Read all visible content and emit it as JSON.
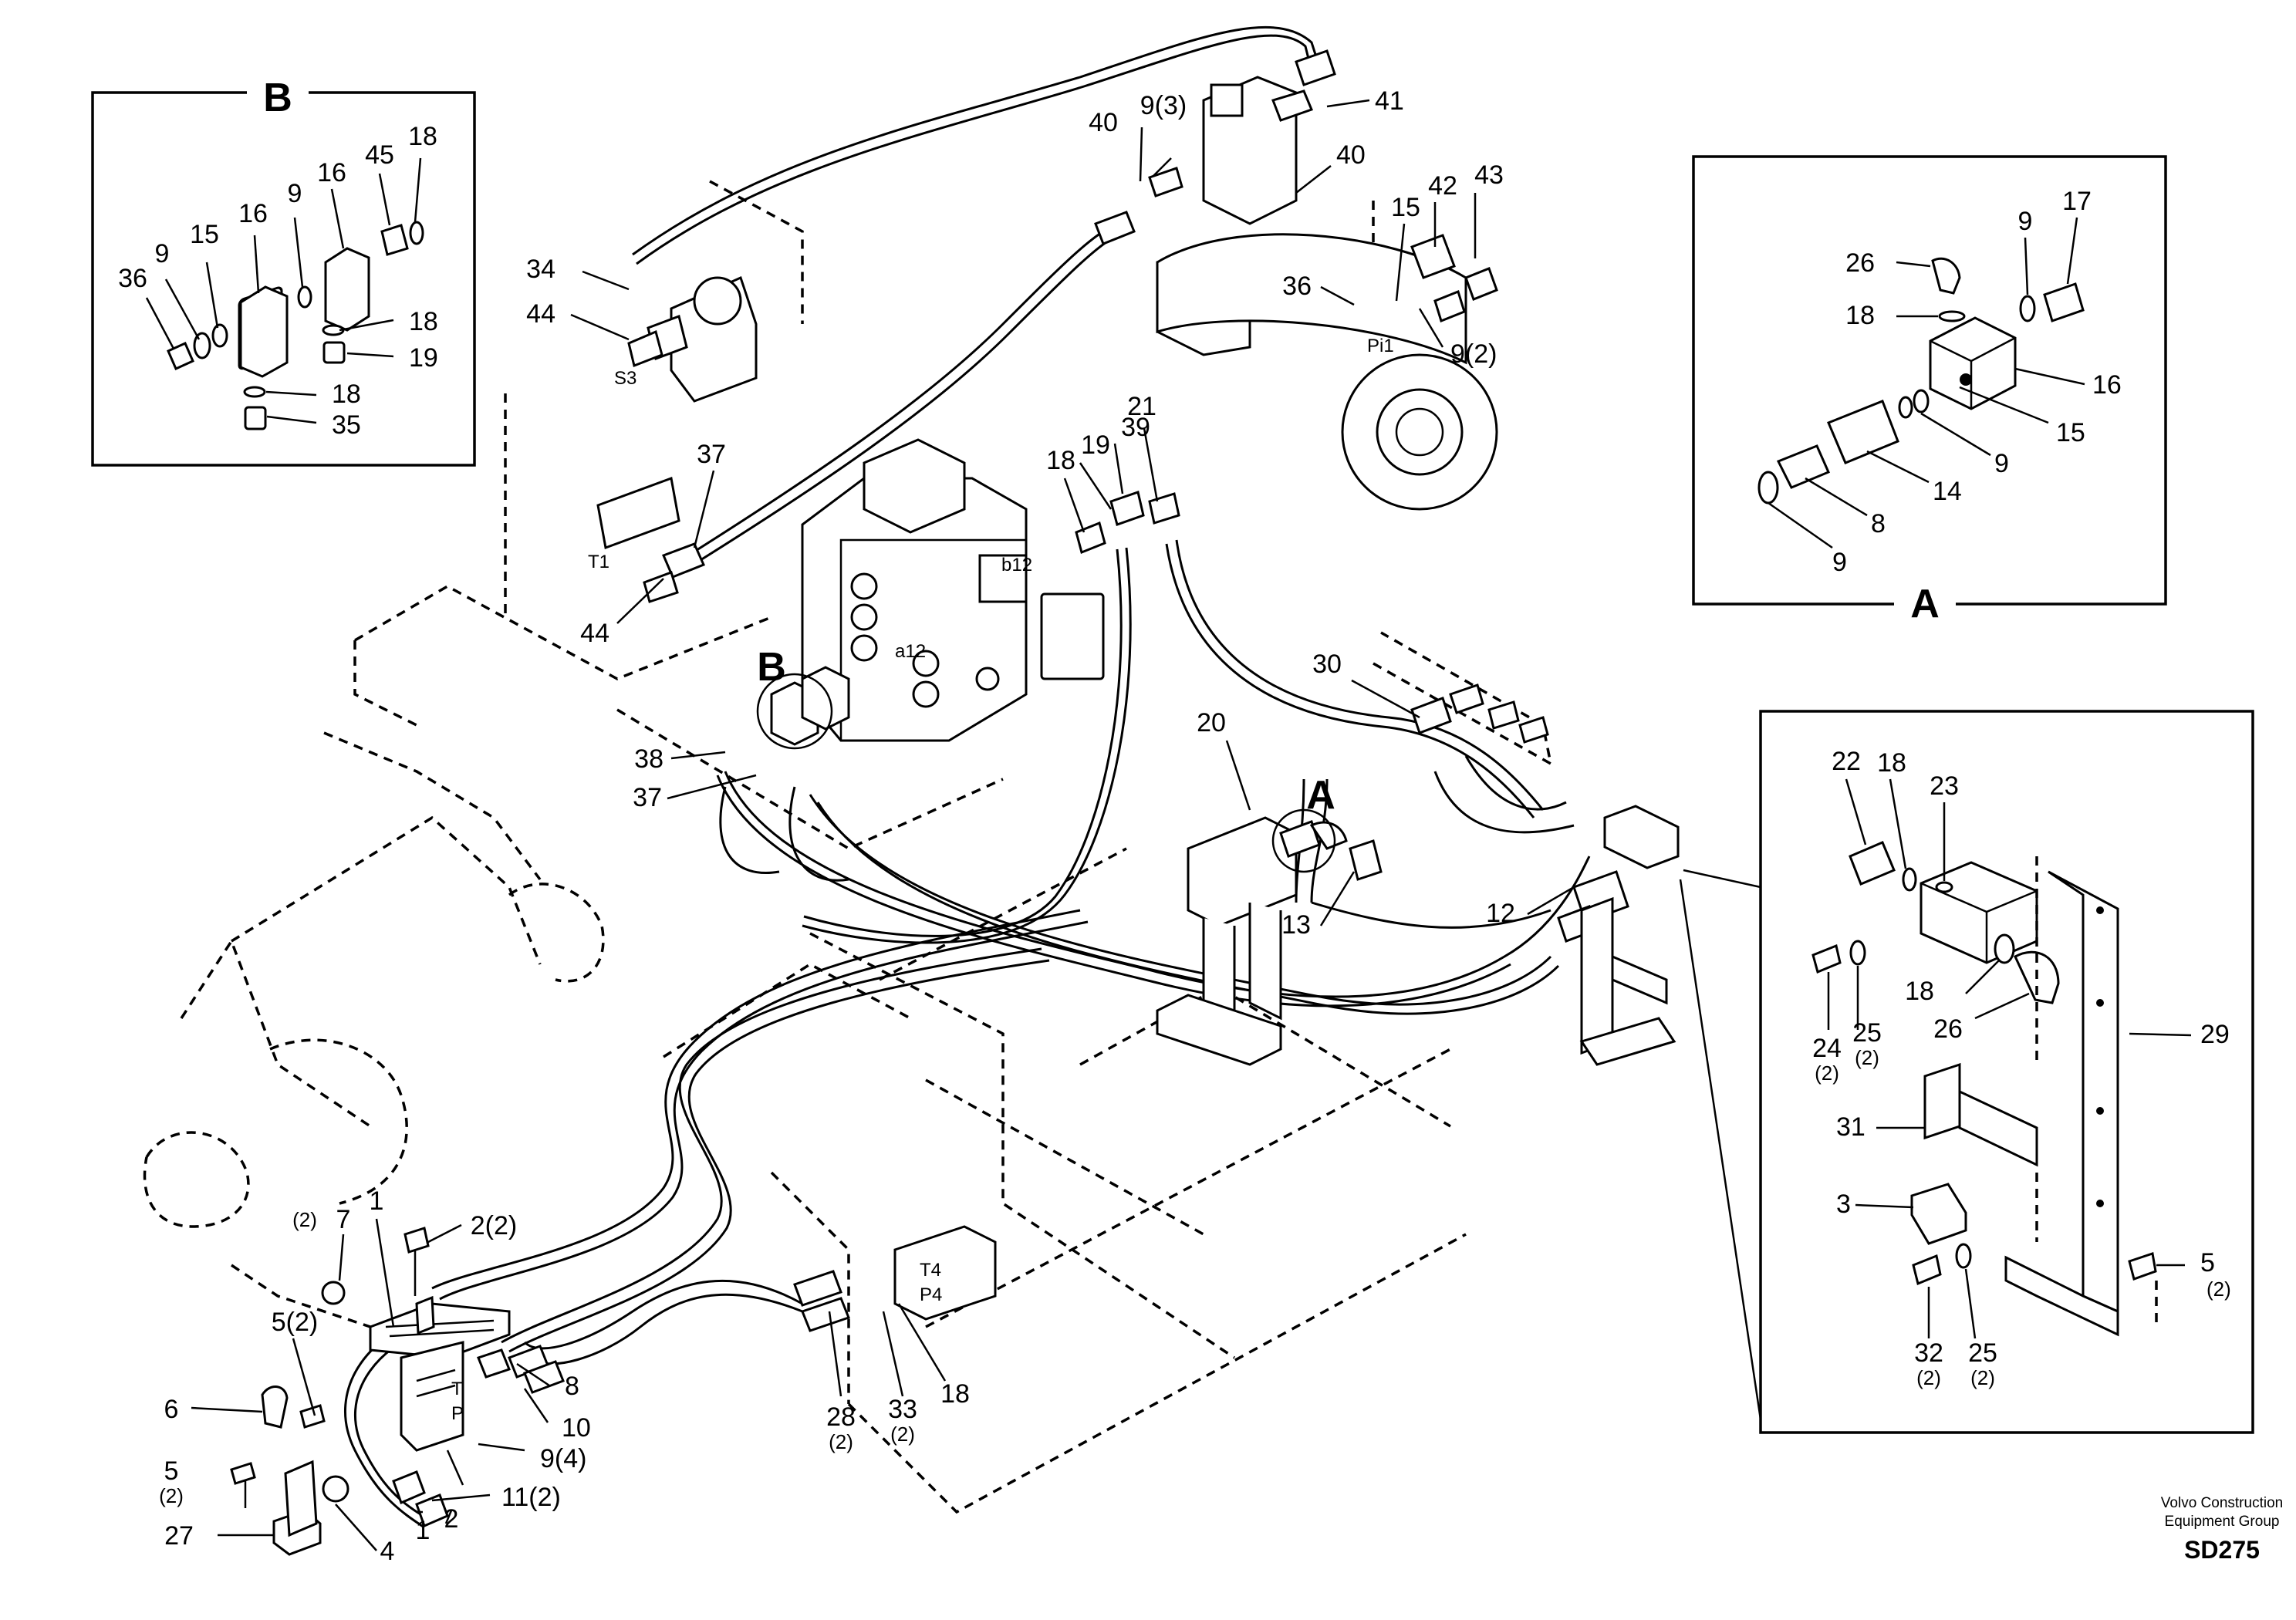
{
  "detail_b": {
    "label": "B",
    "callouts": [
      "36",
      "9",
      "15",
      "16",
      "9",
      "16",
      "45",
      "18",
      "18",
      "19",
      "18",
      "35"
    ]
  },
  "detail_a": {
    "label": "A",
    "callouts": [
      "26",
      "9",
      "17",
      "18",
      "16",
      "15",
      "9",
      "14",
      "8",
      "9"
    ]
  },
  "bracket_detail": {
    "callouts": [
      "22",
      "18",
      "23",
      "24",
      "(2)",
      "25",
      "(2)",
      "18",
      "26",
      "29",
      "31",
      "3",
      "32",
      "(2)",
      "25",
      "(2)",
      "5",
      "(2)"
    ]
  },
  "main": {
    "callouts": [
      "41",
      "9(3)",
      "40",
      "40",
      "42",
      "43",
      "15",
      "36",
      "9(2)",
      "34",
      "44",
      "37",
      "44",
      "18",
      "19",
      "39",
      "21",
      "30",
      "38",
      "37",
      "20",
      "13",
      "12",
      "(2)",
      "7",
      "1",
      "2(2)",
      "5(2)",
      "6",
      "8",
      "10",
      "9(4)",
      "11(2)",
      "5",
      "(2)",
      "27",
      "4",
      "1",
      "2",
      "28",
      "(2)",
      "33",
      "(2)",
      "18"
    ],
    "view_markers": [
      "B",
      "A"
    ],
    "port_labels": [
      "S3",
      "T1",
      "Pi1",
      "b12",
      "a12",
      "T4",
      "P4",
      "T",
      "P"
    ]
  },
  "signature": {
    "line1": "Volvo Construction",
    "line2": "Equipment Group",
    "code": "SD275"
  }
}
